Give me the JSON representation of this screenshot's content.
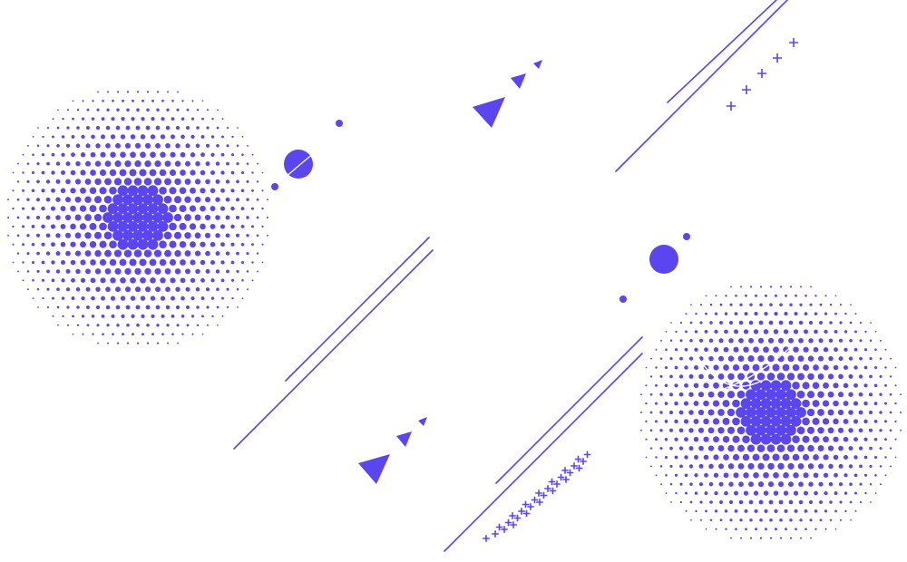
{
  "theme": {
    "background": "#ffffff",
    "accent": "#5b45ee"
  },
  "elements": [
    "halftone-dot-cluster",
    "diagonal-line",
    "triangle",
    "circle",
    "plus-sign"
  ]
}
